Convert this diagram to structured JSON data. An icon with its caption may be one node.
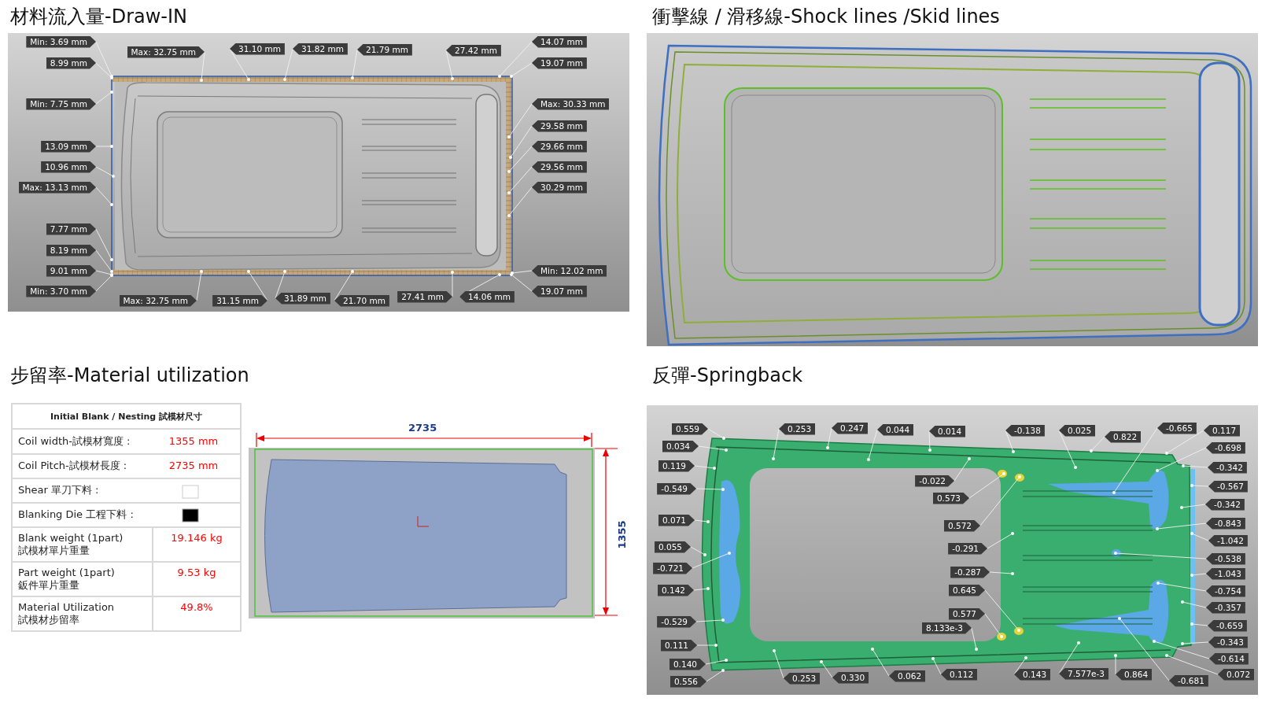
{
  "diagram": {
    "nodes": [
      {
        "text": [
          "Min: 3.69 mm"
        ]
      },
      {
        "text": [
          "8.99 mm"
        ]
      },
      {
        "text": [
          "Min: 7.75 mm"
        ]
      },
      {
        "text": [
          "13.09 mm"
        ]
      },
      {
        "text": [
          "10.96 mm"
        ]
      },
      {
        "text": [
          "Max: 13.13 mm"
        ]
      },
      {
        "text": [
          "7.77 mm"
        ]
      },
      {
        "text": [
          "8.19 mm"
        ]
      },
      {
        "text": [
          "9.01 mm"
        ]
      },
      {
        "text": [
          "Min: 3.70 mm"
        ]
      },
      {
        "text": [
          "Max: 32.75 mm"
        ]
      },
      {
        "text": [
          "31.10 mm"
        ]
      },
      {
        "text": [
          "31.82 mm"
        ]
      },
      {
        "text": [
          "21.79 mm"
        ]
      },
      {
        "text": [
          "27.42 mm"
        ]
      },
      {
        "text": [
          "14.07 mm"
        ]
      },
      {
        "text": [
          "19.07 mm"
        ]
      },
      {
        "text": [
          "Max: 30.33 mm"
        ]
      },
      {
        "text": [
          "29.58 mm"
        ]
      },
      {
        "text": [
          "29.66 mm"
        ]
      },
      {
        "text": [
          "29.56 mm"
        ]
      },
      {
        "text": [
          "30.29 mm"
        ]
      },
      {
        "text": [
          "Min: 12.02 mm"
        ]
      },
      {
        "text": [
          "19.07 mm"
        ]
      },
      {
        "text": [
          "Max: 32.75 mm"
        ]
      },
      {
        "text": [
          "31.15 mm"
        ]
      },
      {
        "text": [
          "31.89 mm"
        ]
      },
      {
        "text": [
          "21.70 mm"
        ]
      },
      {
        "text": [
          "27.41 mm"
        ]
      },
      {
        "text": [
          "14.06 mm"
        ]
      },
      {
        "text": [
          "0.559"
        ]
      },
      {
        "text": [
          "0.034"
        ]
      },
      {
        "text": [
          "0.119"
        ]
      },
      {
        "text": [
          "-0.549"
        ]
      },
      {
        "text": [
          "0.071"
        ]
      },
      {
        "text": [
          "0.055"
        ]
      },
      {
        "text": [
          "-0.721"
        ]
      },
      {
        "text": [
          "0.142"
        ]
      },
      {
        "text": [
          "-0.529"
        ]
      },
      {
        "text": [
          "0.111"
        ]
      },
      {
        "text": [
          "0.140"
        ]
      },
      {
        "text": [
          "0.556"
        ]
      },
      {
        "text": [
          "0.253"
        ]
      },
      {
        "text": [
          "0.247"
        ]
      },
      {
        "text": [
          "0.044"
        ]
      },
      {
        "text": [
          "0.014"
        ]
      },
      {
        "text": [
          "-0.138"
        ]
      },
      {
        "text": [
          "0.025"
        ]
      },
      {
        "text": [
          "0.822"
        ]
      },
      {
        "text": [
          "-0.665"
        ]
      },
      {
        "text": [
          "0.117"
        ]
      },
      {
        "text": [
          "-0.022"
        ]
      },
      {
        "text": [
          "0.573"
        ]
      },
      {
        "text": [
          "0.572"
        ]
      },
      {
        "text": [
          "-0.291"
        ]
      },
      {
        "text": [
          "-0.287"
        ]
      },
      {
        "text": [
          "0.645"
        ]
      },
      {
        "text": [
          "0.577"
        ]
      },
      {
        "text": [
          "8.133e-3"
        ]
      },
      {
        "text": [
          "-0.698"
        ]
      },
      {
        "text": [
          "-0.342"
        ]
      },
      {
        "text": [
          "-0.567"
        ]
      },
      {
        "text": [
          "-0.342"
        ]
      },
      {
        "text": [
          "-0.843"
        ]
      },
      {
        "text": [
          "-1.042"
        ]
      },
      {
        "text": [
          "-0.538"
        ]
      },
      {
        "text": [
          "-1.043"
        ]
      },
      {
        "text": [
          "-0.754"
        ]
      },
      {
        "text": [
          "-0.357"
        ]
      },
      {
        "text": [
          "-0.659"
        ]
      },
      {
        "text": [
          "-0.343"
        ]
      },
      {
        "text": [
          "-0.614"
        ]
      },
      {
        "text": [
          "0.072"
        ]
      },
      {
        "text": [
          "0.253"
        ]
      },
      {
        "text": [
          "0.330"
        ]
      },
      {
        "text": [
          "0.062"
        ]
      },
      {
        "text": [
          "0.112"
        ]
      },
      {
        "text": [
          "0.143"
        ]
      },
      {
        "text": [
          "7.577e-3"
        ]
      },
      {
        "text": [
          "0.864"
        ]
      },
      {
        "text": [
          "-0.681"
        ]
      },
      {
        "text": [],
        "shape": "circle"
      },
      {
        "text": [],
        "shape": "circle"
      },
      {
        "text": [],
        "shape": "circle"
      },
      {
        "text": [],
        "shape": "circle"
      },
      {
        "text": [],
        "shape": "circle"
      },
      {
        "text": [],
        "shape": "circle"
      },
      {
        "text": [],
        "shape": "circle"
      },
      {
        "text": [],
        "shape": "circle"
      },
      {
        "text": [],
        "shape": "circle"
      },
      {
        "text": [],
        "shape": "circle"
      },
      {
        "text": [],
        "shape": "circle"
      },
      {
        "text": [],
        "shape": "circle"
      },
      {
        "text": [],
        "shape": "circle"
      },
      {
        "text": [],
        "shape": "circle"
      },
      {
        "text": [],
        "shape": "circle"
      },
      {
        "text": [],
        "shape": "circle"
      },
      {
        "text": [],
        "shape": "circle"
      },
      {
        "text": [],
        "shape": "circle"
      },
      {
        "text": [],
        "shape": "circle"
      },
      {
        "text": [],
        "shape": "circle"
      },
      {
        "text": [],
        "shape": "circle"
      },
      {
        "text": [],
        "shape": "circle"
      },
      {
        "text": [],
        "shape": "circle"
      },
      {
        "text": [],
        "shape": "circle"
      },
      {
        "text": [],
        "shape": "circle"
      },
      {
        "text": [],
        "shape": "circle"
      },
      {
        "text": [],
        "shape": "circle"
      },
      {
        "text": [],
        "shape": "circle"
      },
      {
        "text": [],
        "shape": "circle"
      },
      {
        "text": [],
        "shape": "circle"
      },
      {
        "text": [],
        "shape": "circle"
      },
      {
        "text": [],
        "shape": "circle"
      },
      {
        "text": [],
        "shape": "circle"
      },
      {
        "text": [],
        "shape": "circle"
      },
      {
        "text": [],
        "shape": "circle"
      },
      {
        "text": [],
        "shape": "circle"
      },
      {
        "text": [],
        "shape": "circle"
      },
      {
        "text": [],
        "shape": "circle"
      },
      {
        "text": [],
        "shape": "circle"
      },
      {
        "text": [],
        "shape": "circle"
      },
      {
        "text": [],
        "shape": "circle"
      },
      {
        "text": [],
        "shape": "circle"
      },
      {
        "text": [],
        "shape": "circle"
      },
      {
        "text": [],
        "shape": "circle"
      },
      {
        "text": [],
        "shape": "circle"
      },
      {
        "text": [],
        "shape": "circle"
      },
      {
        "text": [],
        "shape": "circle"
      },
      {
        "text": [],
        "shape": "circle"
      },
      {
        "text": [],
        "shape": "circle"
      },
      {
        "text": [],
        "shape": "circle"
      },
      {
        "text": [],
        "shape": "circle"
      },
      {
        "text": [],
        "shape": "circle"
      },
      {
        "text": [],
        "shape": "circle"
      },
      {
        "text": [],
        "shape": "circle"
      },
      {
        "text": [],
        "shape": "circle"
      },
      {
        "text": [],
        "shape": "circle"
      },
      {
        "text": [],
        "shape": "circle"
      },
      {
        "text": [],
        "shape": "circle"
      },
      {
        "text": [],
        "shape": "circle"
      },
      {
        "text": [],
        "shape": "circle"
      },
      {
        "text": [],
        "shape": "circle"
      },
      {
        "text": [],
        "shape": "circle"
      },
      {
        "text": [],
        "shape": "circle"
      },
      {
        "text": [],
        "shape": "circle"
      },
      {
        "text": [],
        "shape": "circle"
      },
      {
        "text": [],
        "shape": "circle"
      },
      {
        "text": [],
        "shape": "circle"
      },
      {
        "text": [],
        "shape": "circle"
      },
      {
        "text": [],
        "shape": "circle"
      },
      {
        "text": [],
        "shape": "circle"
      },
      {
        "text": [],
        "shape": "circle"
      },
      {
        "text": [],
        "shape": "circle"
      },
      {
        "text": [],
        "shape": "circle"
      },
      {
        "text": [],
        "shape": "circle"
      },
      {
        "text": [],
        "shape": "circle"
      },
      {
        "text": [],
        "shape": "circle"
      },
      {
        "text": [],
        "shape": "circle"
      },
      {
        "text": [],
        "shape": "circle"
      },
      {
        "text": [],
        "shape": "circle"
      },
      {
        "text": [],
        "shape": "circle"
      },
      {
        "text": [],
        "shape": "circle"
      }
    ],
    "edges": [
      {
        "from": 0,
        "to": 81,
        "arrow": "none"
      },
      {
        "from": 1,
        "to": 82,
        "arrow": "none"
      },
      {
        "from": 2,
        "to": 83,
        "arrow": "none"
      },
      {
        "from": 3,
        "to": 84,
        "arrow": "none"
      },
      {
        "from": 4,
        "to": 85,
        "arrow": "none"
      },
      {
        "from": 5,
        "to": 86,
        "arrow": "none"
      },
      {
        "from": 6,
        "to": 87,
        "arrow": "none"
      },
      {
        "from": 7,
        "to": 88,
        "arrow": "none"
      },
      {
        "from": 8,
        "to": 89,
        "arrow": "none"
      },
      {
        "from": 9,
        "to": 90,
        "arrow": "none"
      },
      {
        "from": 10,
        "to": 91,
        "arrow": "none"
      },
      {
        "from": 11,
        "to": 92,
        "arrow": "none"
      },
      {
        "from": 12,
        "to": 93,
        "arrow": "none"
      },
      {
        "from": 13,
        "to": 94,
        "arrow": "none"
      },
      {
        "from": 14,
        "to": 95,
        "arrow": "none"
      },
      {
        "from": 15,
        "to": 96,
        "arrow": "none"
      },
      {
        "from": 16,
        "to": 97,
        "arrow": "none"
      },
      {
        "from": 17,
        "to": 98,
        "arrow": "none"
      },
      {
        "from": 18,
        "to": 99,
        "arrow": "none"
      },
      {
        "from": 19,
        "to": 100,
        "arrow": "none"
      },
      {
        "from": 20,
        "to": 101,
        "arrow": "none"
      },
      {
        "from": 21,
        "to": 102,
        "arrow": "none"
      },
      {
        "from": 22,
        "to": 103,
        "arrow": "none"
      },
      {
        "from": 23,
        "to": 104,
        "arrow": "none"
      },
      {
        "from": 24,
        "to": 105,
        "arrow": "none"
      },
      {
        "from": 25,
        "to": 106,
        "arrow": "none"
      },
      {
        "from": 26,
        "to": 107,
        "arrow": "none"
      },
      {
        "from": 27,
        "to": 108,
        "arrow": "none"
      },
      {
        "from": 28,
        "to": 109,
        "arrow": "none"
      },
      {
        "from": 29,
        "to": 110,
        "arrow": "none"
      },
      {
        "from": 30,
        "to": 111,
        "arrow": "none"
      },
      {
        "from": 31,
        "to": 112,
        "arrow": "none"
      },
      {
        "from": 32,
        "to": 113,
        "arrow": "none"
      },
      {
        "from": 33,
        "to": 114,
        "arrow": "none"
      },
      {
        "from": 34,
        "to": 115,
        "arrow": "none"
      },
      {
        "from": 35,
        "to": 116,
        "arrow": "none"
      },
      {
        "from": 36,
        "to": 117,
        "arrow": "none"
      },
      {
        "from": 37,
        "to": 118,
        "arrow": "none"
      },
      {
        "from": 38,
        "to": 119,
        "arrow": "none"
      },
      {
        "from": 39,
        "to": 120,
        "arrow": "none"
      },
      {
        "from": 40,
        "to": 121,
        "arrow": "none"
      },
      {
        "from": 41,
        "to": 122,
        "arrow": "none"
      },
      {
        "from": 42,
        "to": 123,
        "arrow": "none"
      },
      {
        "from": 43,
        "to": 124,
        "arrow": "none"
      },
      {
        "from": 44,
        "to": 125,
        "arrow": "none"
      },
      {
        "from": 45,
        "to": 126,
        "arrow": "none"
      },
      {
        "from": 46,
        "to": 127,
        "arrow": "none"
      },
      {
        "from": 47,
        "to": 128,
        "arrow": "none"
      },
      {
        "from": 48,
        "to": 129,
        "arrow": "none"
      },
      {
        "from": 49,
        "to": 130,
        "arrow": "none"
      },
      {
        "from": 50,
        "to": 131,
        "arrow": "none"
      },
      {
        "from": 51,
        "to": 132,
        "arrow": "none"
      },
      {
        "from": 52,
        "to": 133,
        "arrow": "none"
      },
      {
        "from": 53,
        "to": 134,
        "arrow": "none"
      },
      {
        "from": 54,
        "to": 135,
        "arrow": "none"
      },
      {
        "from": 55,
        "to": 136,
        "arrow": "none"
      },
      {
        "from": 56,
        "to": 137,
        "arrow": "none"
      },
      {
        "from": 57,
        "to": 138,
        "arrow": "none"
      },
      {
        "from": 58,
        "to": 139,
        "arrow": "none"
      },
      {
        "from": 59,
        "to": 140,
        "arrow": "none"
      },
      {
        "from": 60,
        "to": 141,
        "arrow": "none"
      },
      {
        "from": 61,
        "to": 142,
        "arrow": "none"
      },
      {
        "from": 62,
        "to": 143,
        "arrow": "none"
      },
      {
        "from": 63,
        "to": 144,
        "arrow": "none"
      },
      {
        "from": 64,
        "to": 145,
        "arrow": "none"
      },
      {
        "from": 65,
        "to": 146,
        "arrow": "none"
      },
      {
        "from": 66,
        "to": 147,
        "arrow": "none"
      },
      {
        "from": 67,
        "to": 148,
        "arrow": "none"
      },
      {
        "from": 68,
        "to": 149,
        "arrow": "none"
      },
      {
        "from": 69,
        "to": 150,
        "arrow": "none"
      },
      {
        "from": 70,
        "to": 151,
        "arrow": "none"
      },
      {
        "from": 71,
        "to": 152,
        "arrow": "none"
      },
      {
        "from": 72,
        "to": 153,
        "arrow": "none"
      },
      {
        "from": 73,
        "to": 154,
        "arrow": "none"
      },
      {
        "from": 74,
        "to": 155,
        "arrow": "none"
      },
      {
        "from": 75,
        "to": 156,
        "arrow": "none"
      },
      {
        "from": 76,
        "to": 157,
        "arrow": "none"
      },
      {
        "from": 77,
        "to": 158,
        "arrow": "none"
      },
      {
        "from": 78,
        "to": 159,
        "arrow": "none"
      },
      {
        "from": 79,
        "to": 160,
        "arrow": "none"
      },
      {
        "from": 80,
        "to": 161,
        "arrow": "none"
      }
    ],
    "labels": [
      "材料流入量-Draw-IN",
      "衝擊線 / 滑移線-Shock lines /Skid lines",
      "步留率-Material utilization",
      "反彈-Springback",
      "Initial Blank / Nesting 試模材尺寸",
      "Coil width-試模材寬度 :",
      "1355 mm",
      "Coil Pitch-試模材長度 :",
      "2735 mm",
      "Shear 單刀下料 :",
      "Blanking Die 工程下料 :",
      "Blank weight (1part) 試模材單片重量",
      "19.146 kg",
      "Part weight (1part) 鈑件單片重量",
      "9.53 kg",
      "Material Utilization 試模材步留率",
      "49.8%",
      "2735",
      "1355"
    ]
  }
}
